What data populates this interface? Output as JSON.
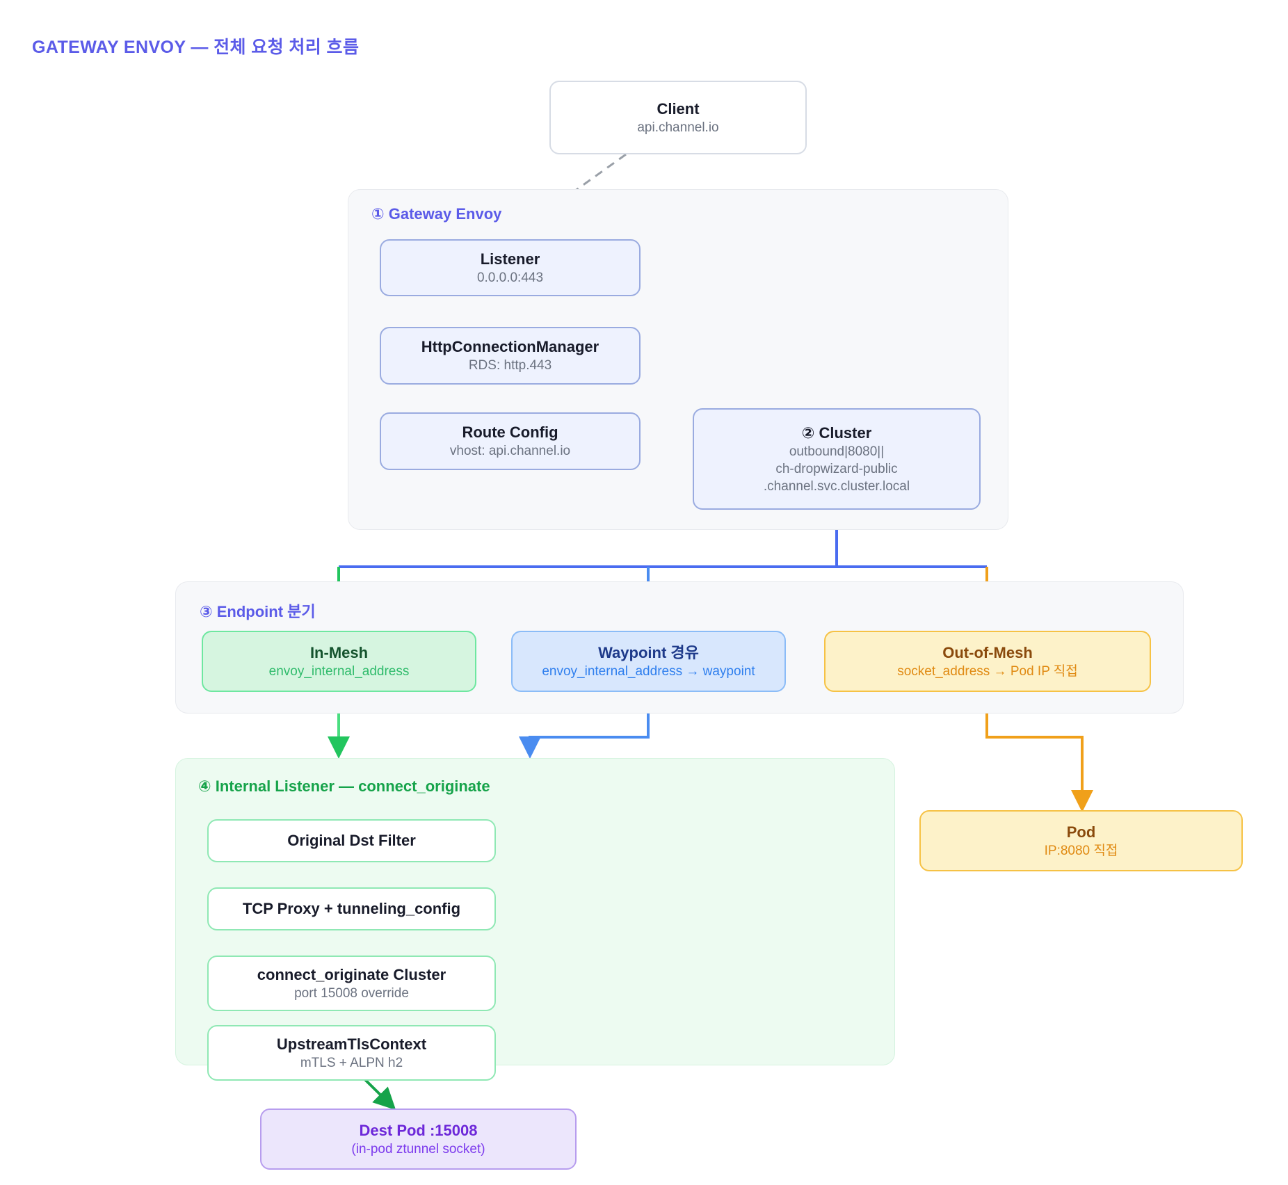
{
  "title": "GATEWAY ENVOY — 전체 요청 처리 흐름",
  "colors": {
    "accent_purple": "#5b5be8",
    "blue": "#4a6cf0",
    "green": "#22c55e",
    "amber": "#f0a01a",
    "gray_dash": "#9aa0a8",
    "dest_purple": "#6d28d9"
  },
  "client": {
    "title": "Client",
    "subtitle": "api.channel.io"
  },
  "gateway_section": {
    "label": "① Gateway Envoy",
    "nodes": {
      "listener": {
        "title": "Listener",
        "subtitle": "0.0.0.0:443"
      },
      "hcm": {
        "title": "HttpConnectionManager",
        "subtitle": "RDS: http.443"
      },
      "route": {
        "title": "Route Config",
        "subtitle": "vhost: api.channel.io"
      },
      "cluster": {
        "title": "② Cluster",
        "line1": "outbound|8080||",
        "line2": "ch-dropwizard-public",
        "line3": ".channel.svc.cluster.local"
      }
    }
  },
  "endpoint_section": {
    "label": "③ Endpoint 분기",
    "nodes": {
      "in_mesh": {
        "title": "In-Mesh",
        "subtitle": "envoy_internal_address"
      },
      "waypoint": {
        "title": "Waypoint 경유",
        "subtitle": "envoy_internal_address → waypoint"
      },
      "out_of_mesh": {
        "title": "Out-of-Mesh",
        "subtitle": "socket_address → Pod IP 직접"
      }
    }
  },
  "internal_listener_section": {
    "label": "④ Internal Listener — connect_originate",
    "nodes": {
      "original_dst": {
        "title": "Original Dst Filter",
        "subtitle": ""
      },
      "tcp_proxy": {
        "title": "TCP Proxy + tunneling_config",
        "subtitle": ""
      },
      "co_cluster": {
        "title": "connect_originate Cluster",
        "subtitle": "port 15008 override"
      },
      "tls": {
        "title": "UpstreamTlsContext",
        "subtitle": "mTLS + ALPN h2"
      }
    }
  },
  "dest_pod": {
    "title": "Dest Pod :15008",
    "subtitle": "(in-pod ztunnel socket)"
  },
  "pod": {
    "title": "Pod",
    "subtitle": "IP:8080 직접"
  }
}
